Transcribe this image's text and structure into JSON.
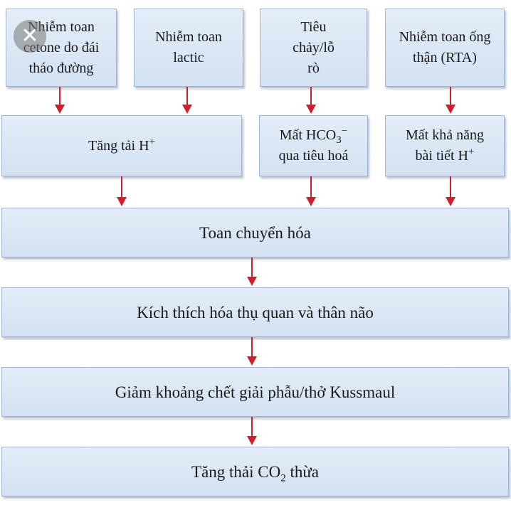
{
  "top_row": [
    {
      "text": "Nhiễm toan\ncetone do đái\ntháo đường"
    },
    {
      "text": "Nhiễm toan\nlactic"
    },
    {
      "text": "Tiêu\nchảy/lỗ\nrò"
    },
    {
      "text": "Nhiễm toan ống\nthận (RTA)"
    }
  ],
  "second_row": {
    "h_load": {
      "text": "Tăng tải H",
      "sup": "+"
    },
    "hco3_loss": {
      "line1_pre": "Mất HCO",
      "sub": "3",
      "sup": "−",
      "line2": "qua tiêu hoá"
    },
    "h_excretion": {
      "line1": "Mất khả năng",
      "line2_pre": "bài tiết H",
      "sup": "+"
    }
  },
  "chain": {
    "metabolic_acidosis": "Toan chuyển hóa",
    "chemoreceptor": "Kích thích hóa thụ quan và thân não",
    "dead_space": "Giảm khoảng chết giải phẫu/thở Kussmaul",
    "co2_pre": "Tăng thải CO",
    "co2_sub": "2",
    "co2_post": " thừa"
  },
  "overlay": {
    "close_icon": "✕"
  },
  "colors": {
    "box_fill": "#dbe6f4",
    "box_border": "#9fb6d6",
    "arrow": "#d21e2c"
  }
}
